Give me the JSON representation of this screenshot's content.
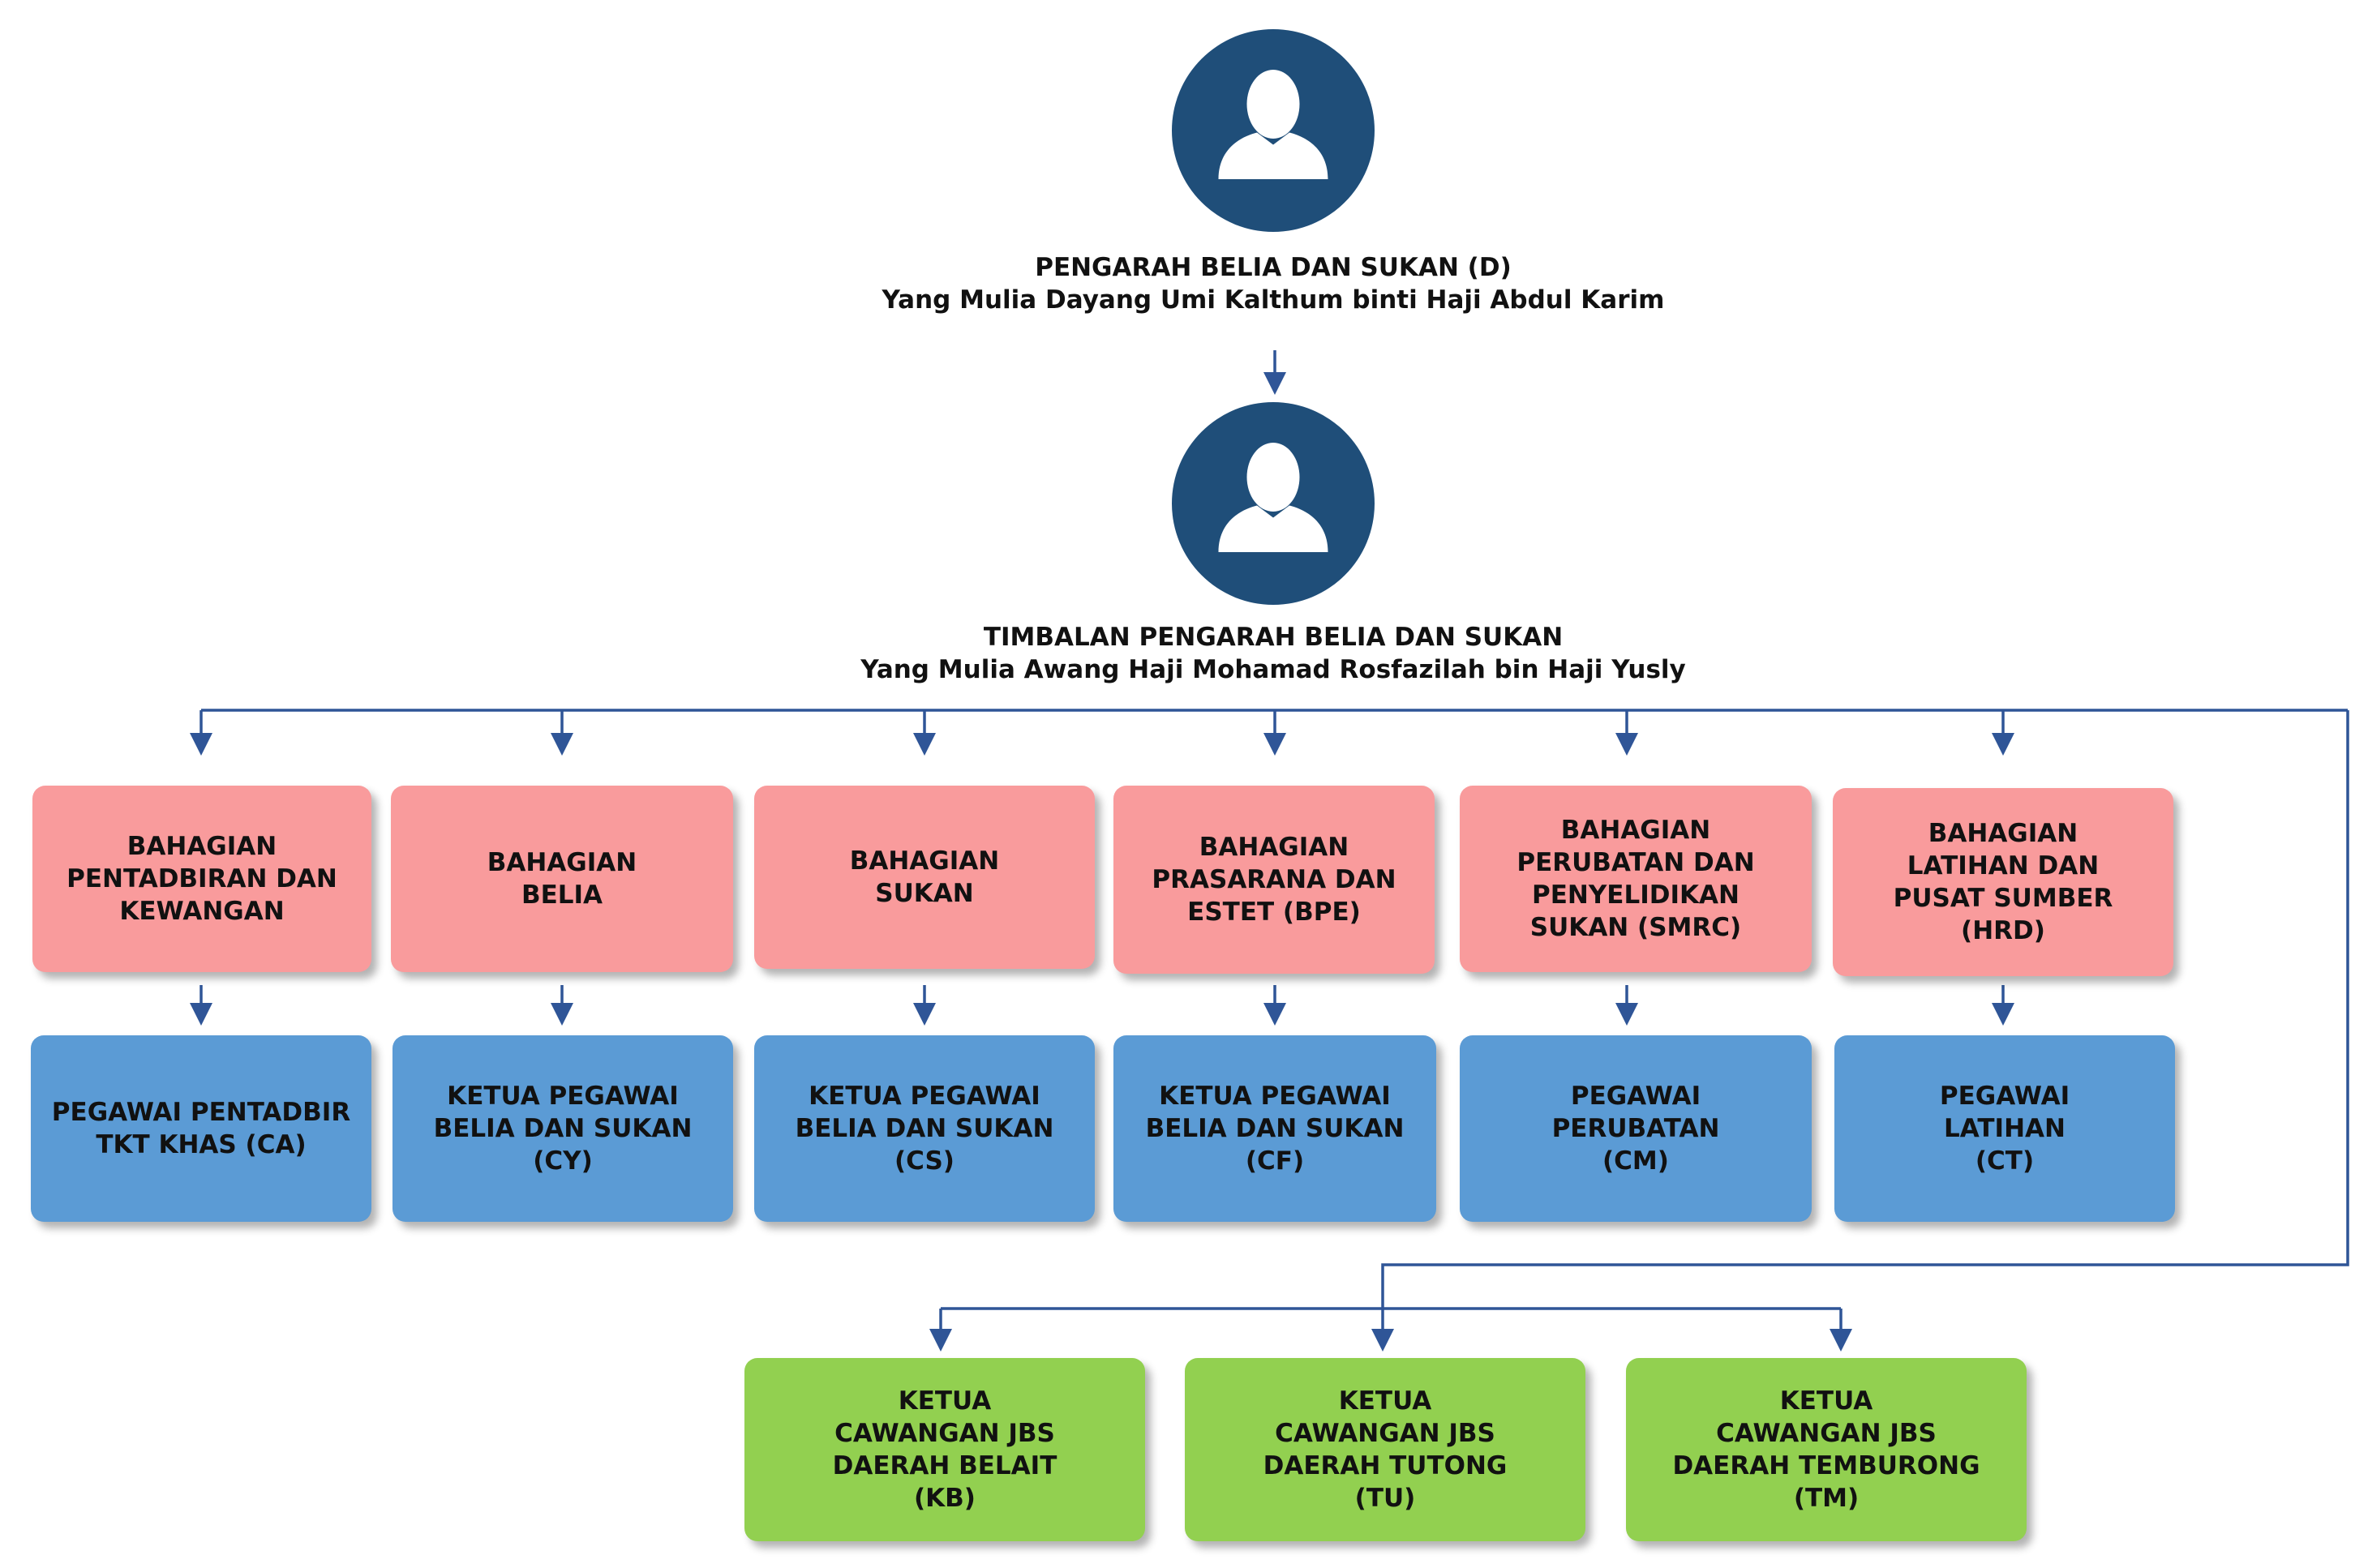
{
  "colors": {
    "connector": "#2f5597",
    "avatar": "#1f4e79",
    "division": "#f99b9c",
    "officer": "#5b9bd5",
    "branch": "#92d050"
  },
  "director": {
    "icon": "person-icon",
    "title": "PENGARAH BELIA DAN SUKAN (D)",
    "name": "Yang Mulia Dayang Umi Kalthum binti Haji Abdul Karim"
  },
  "deputy": {
    "icon": "person-icon",
    "title": "TIMBALAN PENGARAH BELIA DAN SUKAN",
    "name": "Yang Mulia Awang Haji Mohamad Rosfazilah bin Haji Yusly"
  },
  "divisions": [
    {
      "name": "BAHAGIAN\nPENTADBIRAN DAN\nKEWANGAN",
      "officer": "PEGAWAI PENTADBIR\nTKT KHAS (CA)"
    },
    {
      "name": "BAHAGIAN\nBELIA",
      "officer": "KETUA PEGAWAI\nBELIA DAN SUKAN\n(CY)"
    },
    {
      "name": "BAHAGIAN\nSUKAN",
      "officer": "KETUA PEGAWAI\nBELIA DAN SUKAN\n(CS)"
    },
    {
      "name": "BAHAGIAN\nPRASARANA DAN\nESTET (BPE)",
      "officer": "KETUA PEGAWAI\nBELIA DAN SUKAN\n(CF)"
    },
    {
      "name": "BAHAGIAN\nPERUBATAN DAN\nPENYELIDIKAN\nSUKAN (SMRC)",
      "officer": "PEGAWAI\nPERUBATAN\n(CM)"
    },
    {
      "name": "BAHAGIAN\nLATIHAN DAN\nPUSAT SUMBER\n(HRD)",
      "officer": "PEGAWAI\nLATIHAN\n(CT)"
    }
  ],
  "branches": [
    {
      "name": "KETUA\nCAWANGAN JBS\nDAERAH BELAIT\n(KB)"
    },
    {
      "name": "KETUA\nCAWANGAN JBS\nDAERAH TUTONG\n(TU)"
    },
    {
      "name": "KETUA\nCAWANGAN JBS\nDAERAH TEMBURONG\n(TM)"
    }
  ]
}
